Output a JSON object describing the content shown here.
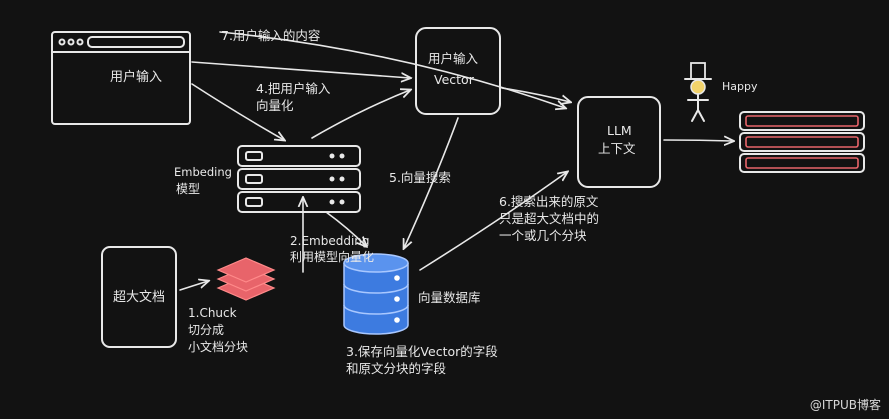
{
  "labels": {
    "user_input_box": "用户输入",
    "vector_box_line1": "用户输入",
    "vector_box_line2": "Vector",
    "llm_line1": "LLM",
    "llm_line2": "上下文",
    "embedding_line1": "Embeding",
    "embedding_line2": "模型",
    "big_doc": "超大文档",
    "vector_db": "向量数据库",
    "happy": "Happy",
    "watermark": "@ITPUB博客"
  },
  "steps": {
    "step1_line1": "1.Chuck",
    "step1_line2": "切分成",
    "step1_line3": "小文档分块",
    "step2_line1": "2.Embedding",
    "step2_line2": "利用模型向量化",
    "step3_line1": "3.保存向量化Vector的字段",
    "step3_line2": "和原文分块的字段",
    "step4_line1": "4.把用户输入",
    "step4_line2": "向量化",
    "step5": "5.向量搜索",
    "step6_line1": "6.搜索出来的原文",
    "step6_line2": "只是超大文档中的",
    "step6_line3": "一个或几个分块",
    "step7": "7.用户输入的内容"
  },
  "colors": {
    "background": "#121212",
    "stroke": "#e8e8e8",
    "chunk_fill": "#e8646a",
    "chunk_stroke": "#ff8a8a",
    "db_fill": "#3d7be0",
    "db_stroke": "#a9c8ff"
  }
}
